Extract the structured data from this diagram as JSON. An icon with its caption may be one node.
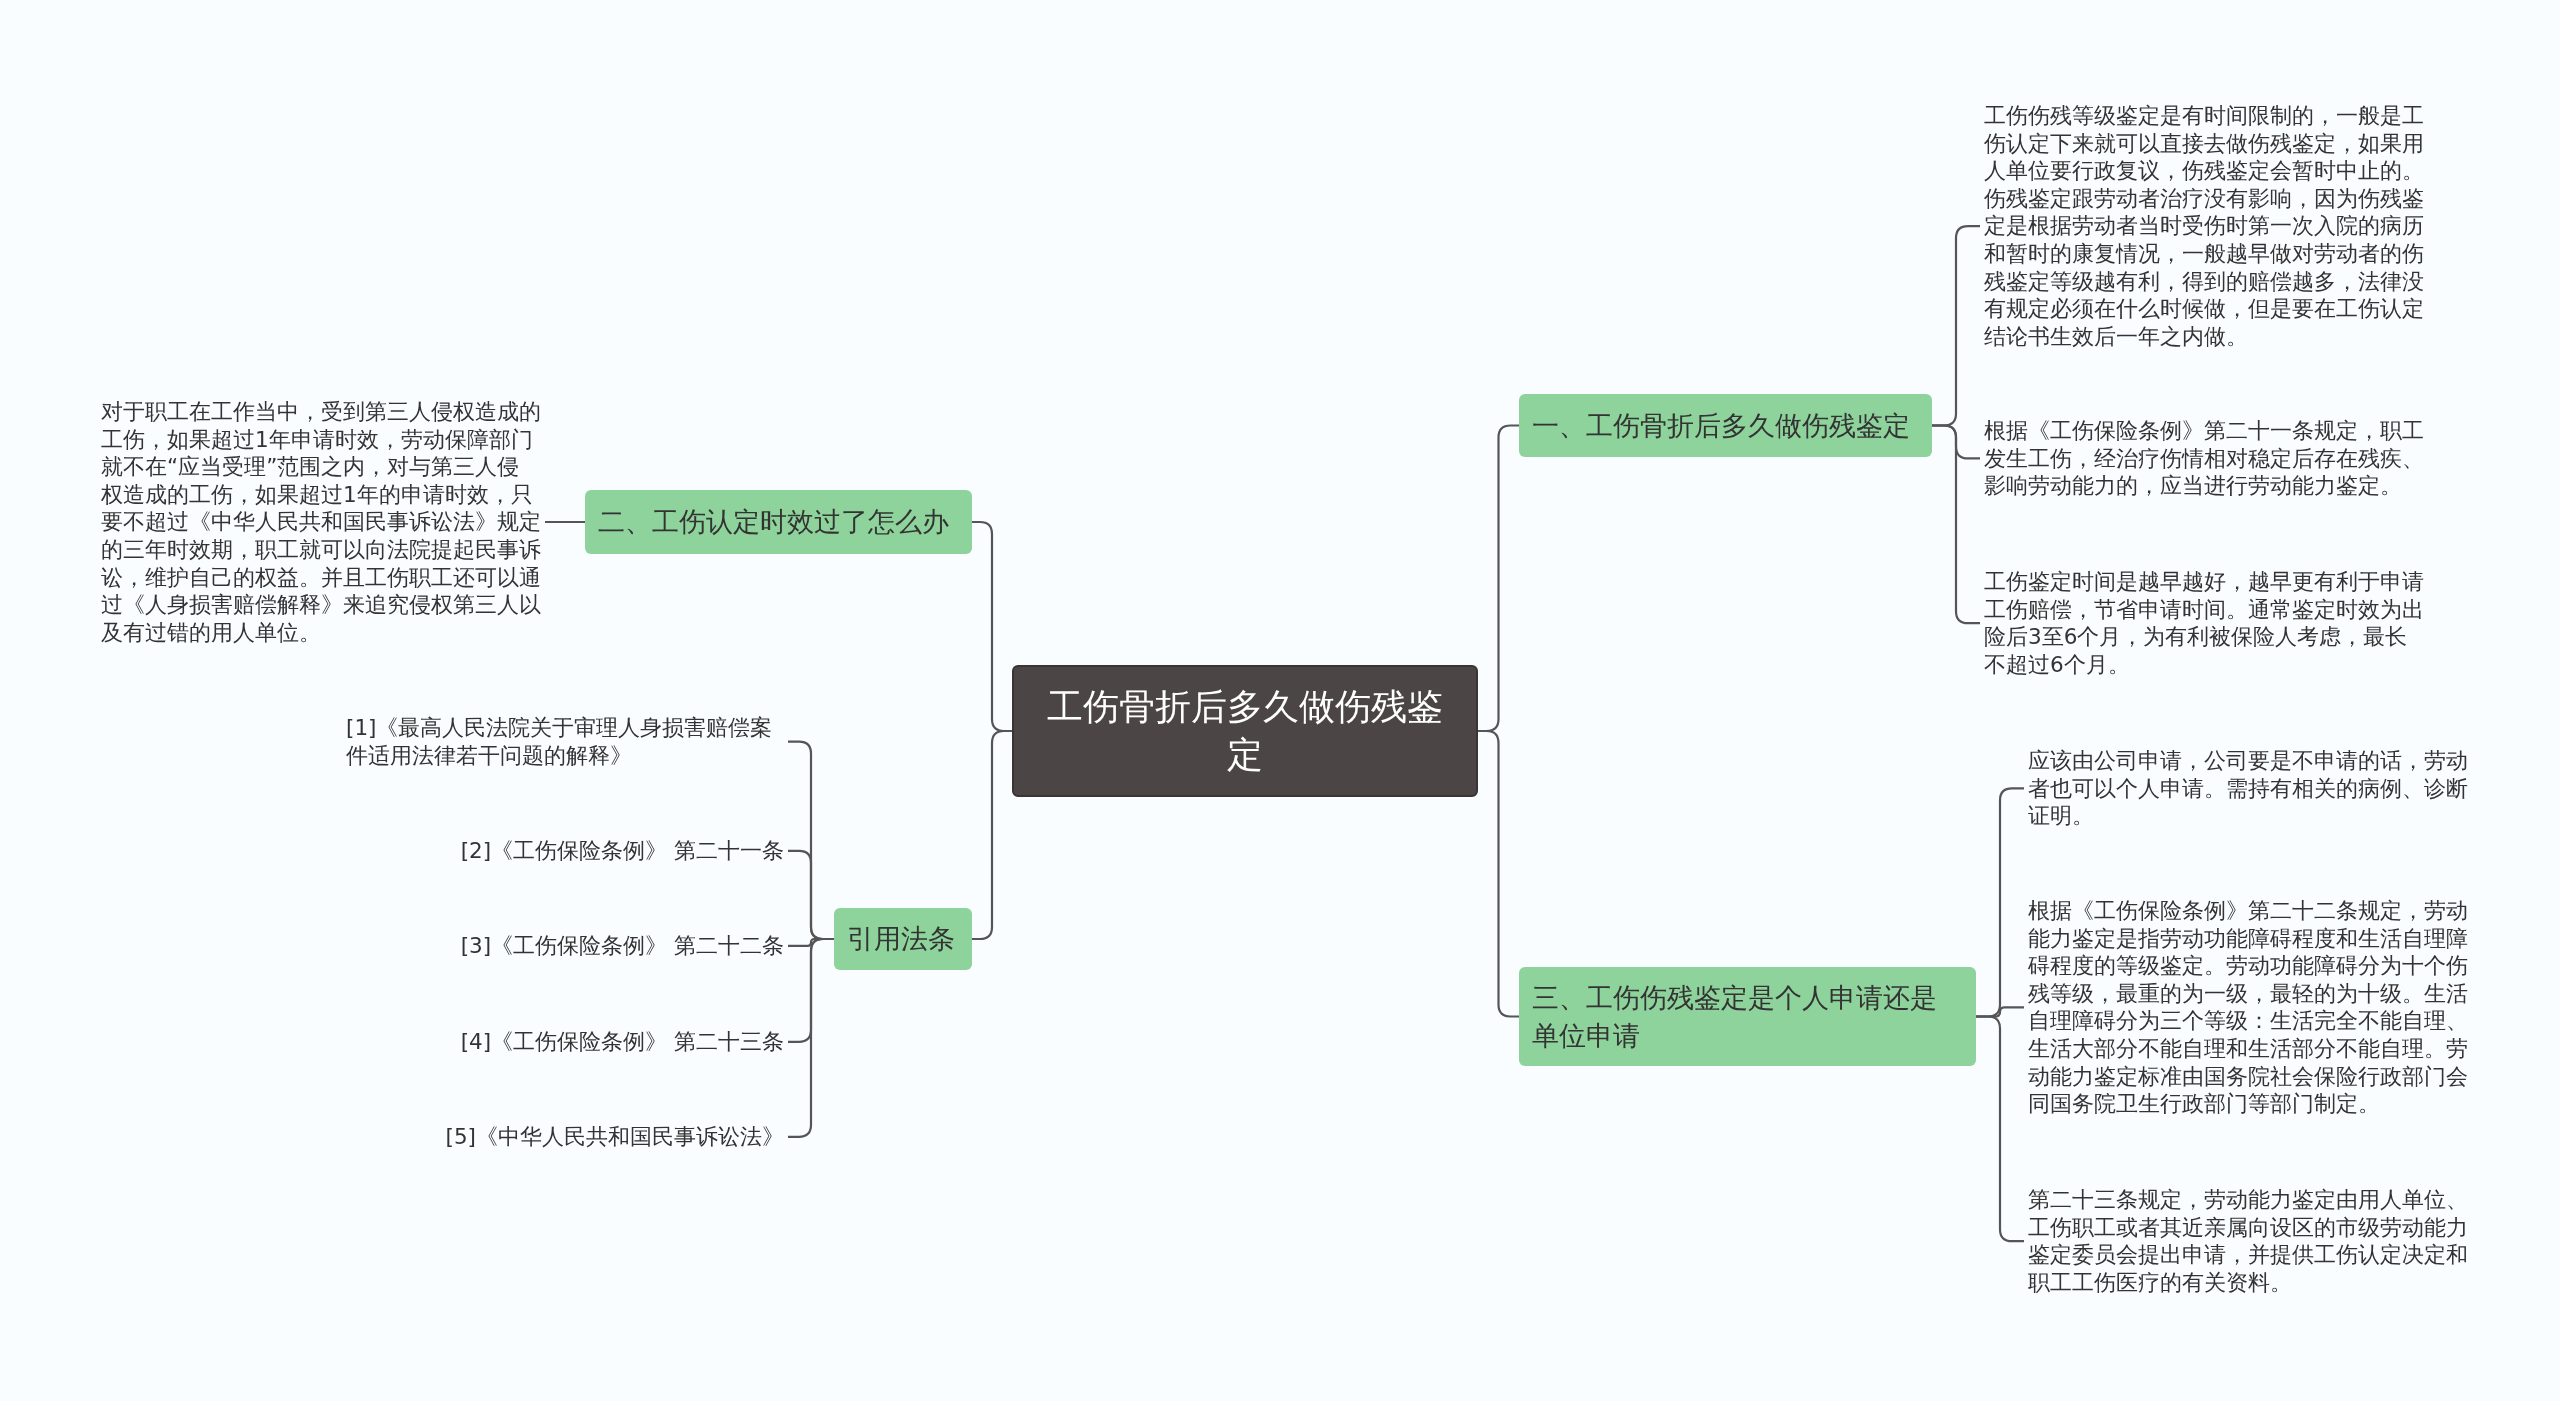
{
  "diagram": {
    "nodes": [
      {
        "text": [
          "工伤骨折后多久做伤残鉴定"
        ]
      },
      {
        "text": [
          "一、工伤骨折后多久做伤残鉴定"
        ]
      },
      {
        "text": [
          "二、工伤认定时效过了怎么办"
        ]
      },
      {
        "text": [
          "三、工伤伤残鉴定是个人申请还是单位申请"
        ]
      },
      {
        "text": [
          "引用法条"
        ]
      },
      {
        "text": [
          "工伤伤残等级鉴定是有时间限制的，一般是工伤认定下来就可以直接去做伤残鉴定，如果用人单位要行政复议，伤残鉴定会暂时中止的。伤残鉴定跟劳动者治疗没有影响，因为伤残鉴定是根据劳动者当时受伤时第一次入院的病历和暂时的康复情况，一般越早做对劳动者的伤残鉴定等级越有利，得到的赔偿越多，法律没有规定必须在什么时候做，但是要在工伤认定结论书生效后一年之内做。"
        ]
      },
      {
        "text": [
          "根据《工伤保险条例》第二十一条规定，职工发生工伤，经治疗伤情相对稳定后存在残疾、影响劳动能力的，应当进行劳动能力鉴定。"
        ]
      },
      {
        "text": [
          "工伤鉴定时间是越早越好，越早更有利于申请工伤赔偿，节省申请时间。通常鉴定时效为出险后3至6个月，为有利被保险人考虑，最长不超过6个月。"
        ]
      },
      {
        "text": [
          "应该由公司申请，公司要是不申请的话，劳动者也可以个人申请。需持有相关的病例、诊断证明。"
        ]
      },
      {
        "text": [
          "根据《工伤保险条例》第二十二条规定，劳动能力鉴定是指劳动功能障碍程度和生活自理障碍程度的等级鉴定。劳动功能障碍分为十个伤残等级，最重的为一级，最轻的为十级。生活自理障碍分为三个等级：生活完全不能自理、生活大部分不能自理和生活部分不能自理。劳动能力鉴定标准由国务院社会保险行政部门会同国务院卫生行政部门等部门制定。"
        ]
      },
      {
        "text": [
          "第二十三条规定，劳动能力鉴定由用人单位、工伤职工或者其近亲属向设区的市级劳动能力鉴定委员会提出申请，并提供工伤认定决定和职工工伤医疗的有关资料。"
        ]
      },
      {
        "text": [
          "对于职工在工作当中，受到第三人侵权造成的工伤，如果超过1年申请时效，劳动保障部门就不在“应当受理”范围之内，对与第三人侵权造成的工伤，如果超过1年的申请时效，只要不超过《中华人民共和国民事诉讼法》规定的三年时效期，职工就可以向法院提起民事诉讼，维护自己的权益。并且工伤职工还可以通过《人身损害赔偿解释》来追究侵权第三人以及有过错的用人单位。"
        ]
      },
      {
        "text": [
          "[1]《最高人民法院关于审理人身损害赔偿案件适用法律若干问题的解释》"
        ]
      },
      {
        "text": [
          "[2]《工伤保险条例》 第二十一条"
        ]
      },
      {
        "text": [
          "[3]《工伤保险条例》 第二十二条"
        ]
      },
      {
        "text": [
          "[4]《工伤保险条例》 第二十三条"
        ]
      },
      {
        "text": [
          "[5]《中华人民共和国民事诉讼法》"
        ]
      }
    ],
    "edges": [
      {
        "from": 0,
        "to": 1,
        "arrow": "none"
      },
      {
        "from": 0,
        "to": 2,
        "arrow": "none"
      },
      {
        "from": 0,
        "to": 3,
        "arrow": "none"
      },
      {
        "from": 0,
        "to": 4,
        "arrow": "none"
      },
      {
        "from": 1,
        "to": 5,
        "arrow": "none"
      },
      {
        "from": 1,
        "to": 6,
        "arrow": "none"
      },
      {
        "from": 1,
        "to": 7,
        "arrow": "none"
      },
      {
        "from": 3,
        "to": 8,
        "arrow": "none"
      },
      {
        "from": 3,
        "to": 9,
        "arrow": "none"
      },
      {
        "from": 3,
        "to": 10,
        "arrow": "none"
      },
      {
        "from": 2,
        "to": 11,
        "arrow": "none"
      },
      {
        "from": 4,
        "to": 12,
        "arrow": "none"
      },
      {
        "from": 4,
        "to": 13,
        "arrow": "none"
      },
      {
        "from": 4,
        "to": 14,
        "arrow": "none"
      },
      {
        "from": 4,
        "to": 15,
        "arrow": "none"
      },
      {
        "from": 4,
        "to": 16,
        "arrow": "none"
      }
    ]
  }
}
